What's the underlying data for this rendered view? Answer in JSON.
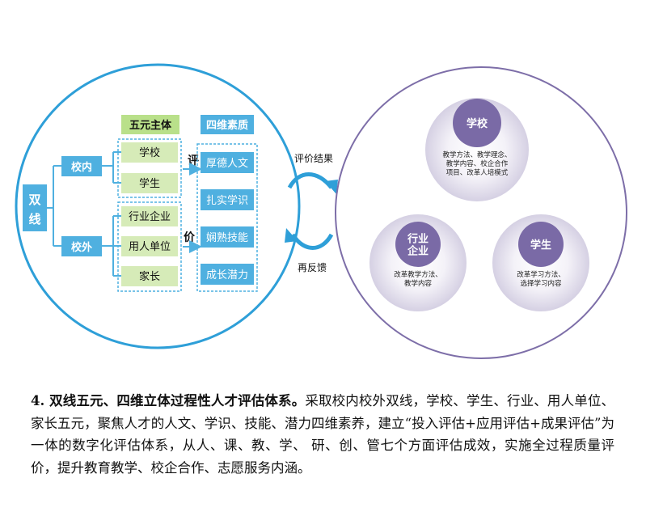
{
  "left_panel": {
    "root_label": "双线",
    "header_subjects": "五元主体",
    "header_qualities": "四维素质",
    "branch_inner": "校内",
    "branch_outer": "校外",
    "inner_subjects": [
      "学校",
      "学生"
    ],
    "outer_subjects": [
      "行业企业",
      "用人单位",
      "家长"
    ],
    "evaluate_chars": [
      "评",
      "价"
    ],
    "qualities": [
      "厚德人文",
      "扎实学识",
      "娴熟技能",
      "成长潜力"
    ]
  },
  "arrows": {
    "top_label": "评价结果",
    "bottom_label": "再反馈"
  },
  "right_panel": {
    "nodes": [
      {
        "title": "学校",
        "desc": [
          "教学方法、教学理念、",
          "教学内容、校企合作",
          "项目、改革人培模式"
        ]
      },
      {
        "title": "行业企业",
        "title_lines": [
          "行业",
          "企业"
        ],
        "desc": [
          "改革教学方法、",
          "教学内容"
        ]
      },
      {
        "title": "学生",
        "desc": [
          "改革学习方法、",
          "选择学习内容"
        ]
      }
    ]
  },
  "caption": {
    "lead": "4. 双线五元、四维立体过程性人才评估体系。",
    "body": "采取校内校外双线，学校、学生、行业、用人单位、家长五元，聚焦人才的人文、学识、技能、潜力四维素养，建立“投入评估+应用评估+成果评估”为一体的数字化评估体系，从人、课、教、学、 研、创、管七个方面评估成效，实施全过程质量评价，提升教育教学、校企合作、志愿服务内涵。"
  },
  "colors": {
    "blue_circle": "#2e9fd8",
    "box_blue": "#4fb0e0",
    "header_green": "#b9e08a",
    "subject_green": "#d6ebb8",
    "purple_circle": "#7d6ea8",
    "node_purple": "#7a6aa6"
  }
}
